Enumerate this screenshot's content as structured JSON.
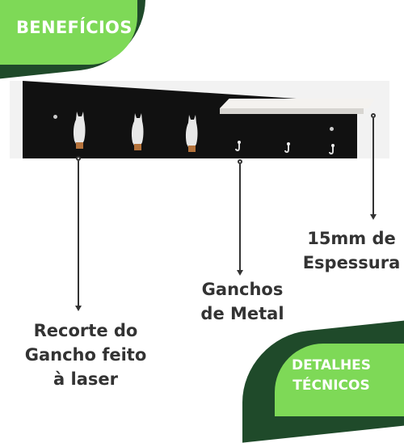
{
  "badges": {
    "top_left": "BENEFÍCIOS",
    "bottom_right_line1": "DETALHES",
    "bottom_right_line2": "TÉCNICOS"
  },
  "callouts": {
    "thickness_line1": "15mm de",
    "thickness_line2": "Espessura",
    "hooks_line1": "Ganchos",
    "hooks_line2": "de Metal",
    "laser_line1": "Recorte do",
    "laser_line2": "Gancho feito",
    "laser_line3": "à laser"
  },
  "colors": {
    "accent_green": "#7ed957",
    "dark_green": "#1f4a2a",
    "board": "#111111",
    "shelf": "#f4f2ef",
    "text": "#333333"
  },
  "icons": {
    "cat_hook": "cat-silhouette-icon",
    "metal_hook": "hook-icon"
  }
}
